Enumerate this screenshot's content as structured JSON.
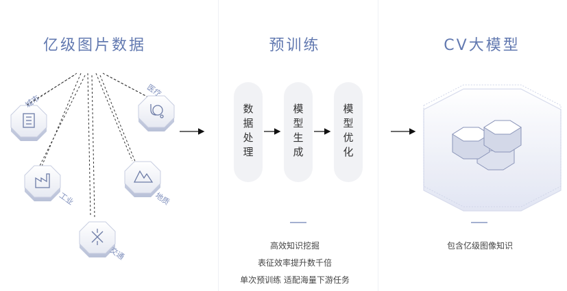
{
  "columns": [
    {
      "title": "亿级图片数据"
    },
    {
      "title": "预训练"
    },
    {
      "title": "CV大模型"
    }
  ],
  "domains": {
    "city": "城市",
    "medical": "医疗",
    "industry": "工业",
    "geology": "地质",
    "traffic": "交通"
  },
  "pretrain_steps": [
    "数据处理",
    "模型生成",
    "模型优化"
  ],
  "pretrain_benefits": [
    "高效知识挖掘",
    "表征效率提升数千倍",
    "单次预训练 适配海量下游任务"
  ],
  "model_benefits": [
    "包含亿级图像知识"
  ],
  "colors": {
    "accent": "#6279b0",
    "pill": "#f1f2f5",
    "dash": "#a3b0d0"
  }
}
